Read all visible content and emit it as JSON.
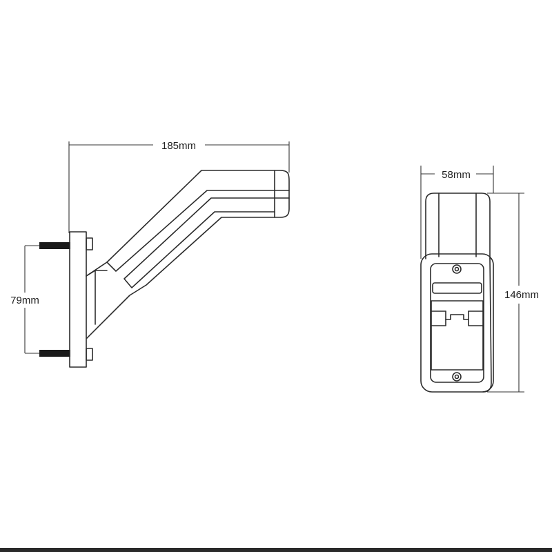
{
  "dimensions": {
    "length": "185mm",
    "bolt_spacing": "79mm",
    "width": "58mm",
    "height": "146mm"
  },
  "colors": {
    "line": "#2b2b2b",
    "background": "#ffffff",
    "bolt": "#1a1a1a",
    "bottom_bar": "#2a2a2a"
  }
}
